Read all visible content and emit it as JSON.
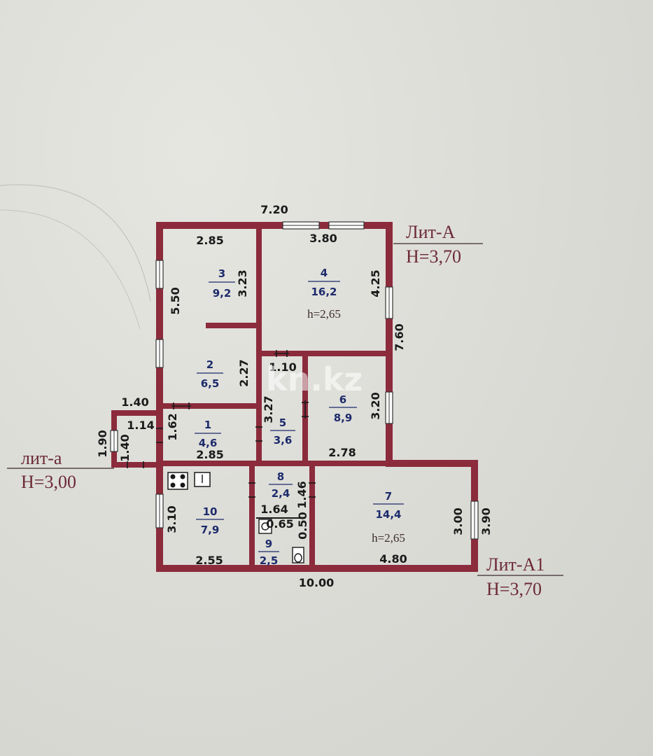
{
  "watermark": "kn.kz",
  "lit_labels": {
    "main": {
      "name": "Лит-А",
      "height": "H=3,70"
    },
    "annex": {
      "name": "лит-а",
      "height": "H=3,00"
    },
    "extension": {
      "name": "Лит-А1",
      "height": "H=3,70"
    }
  },
  "rooms": [
    {
      "num": "1",
      "area": "4,6"
    },
    {
      "num": "2",
      "area": "6,5"
    },
    {
      "num": "3",
      "area": "9,2"
    },
    {
      "num": "4",
      "area": "16,2"
    },
    {
      "num": "5",
      "area": "3,6"
    },
    {
      "num": "6",
      "area": "8,9"
    },
    {
      "num": "7",
      "area": "14,4"
    },
    {
      "num": "8",
      "area": "2,4"
    },
    {
      "num": "9",
      "area": "2,5"
    },
    {
      "num": "10",
      "area": "7,9"
    }
  ],
  "ceiling_heights": [
    "h=2,65",
    "h=2,65"
  ],
  "dimensions": {
    "top_total": "7.20",
    "bottom_total": "10.00",
    "right_total": "7.60",
    "r3_top": "2.85",
    "r3_side": "3.23",
    "r3_left": "5.50",
    "r4_top": "3.80",
    "r4_side": "4.25",
    "r2_side": "2.27",
    "r5_top": "1.10",
    "r5_side": "3.27",
    "r6_side": "3.20",
    "r6_bottom": "2.78",
    "r1_bottom": "2.85",
    "r1_side": "1.62",
    "annex_top": "1.40",
    "annex_inner": "1.14",
    "annex_left": "1.90",
    "annex_side": "1.40",
    "r10_side": "3.10",
    "r10_bottom": "2.55",
    "r8_side": "1.46",
    "r8_bottom": "1.64",
    "r9_top": "0.65",
    "r9_side": "0.50",
    "r7_bottom": "4.80",
    "r7_side": "3.00",
    "r7_outer": "3.90"
  }
}
